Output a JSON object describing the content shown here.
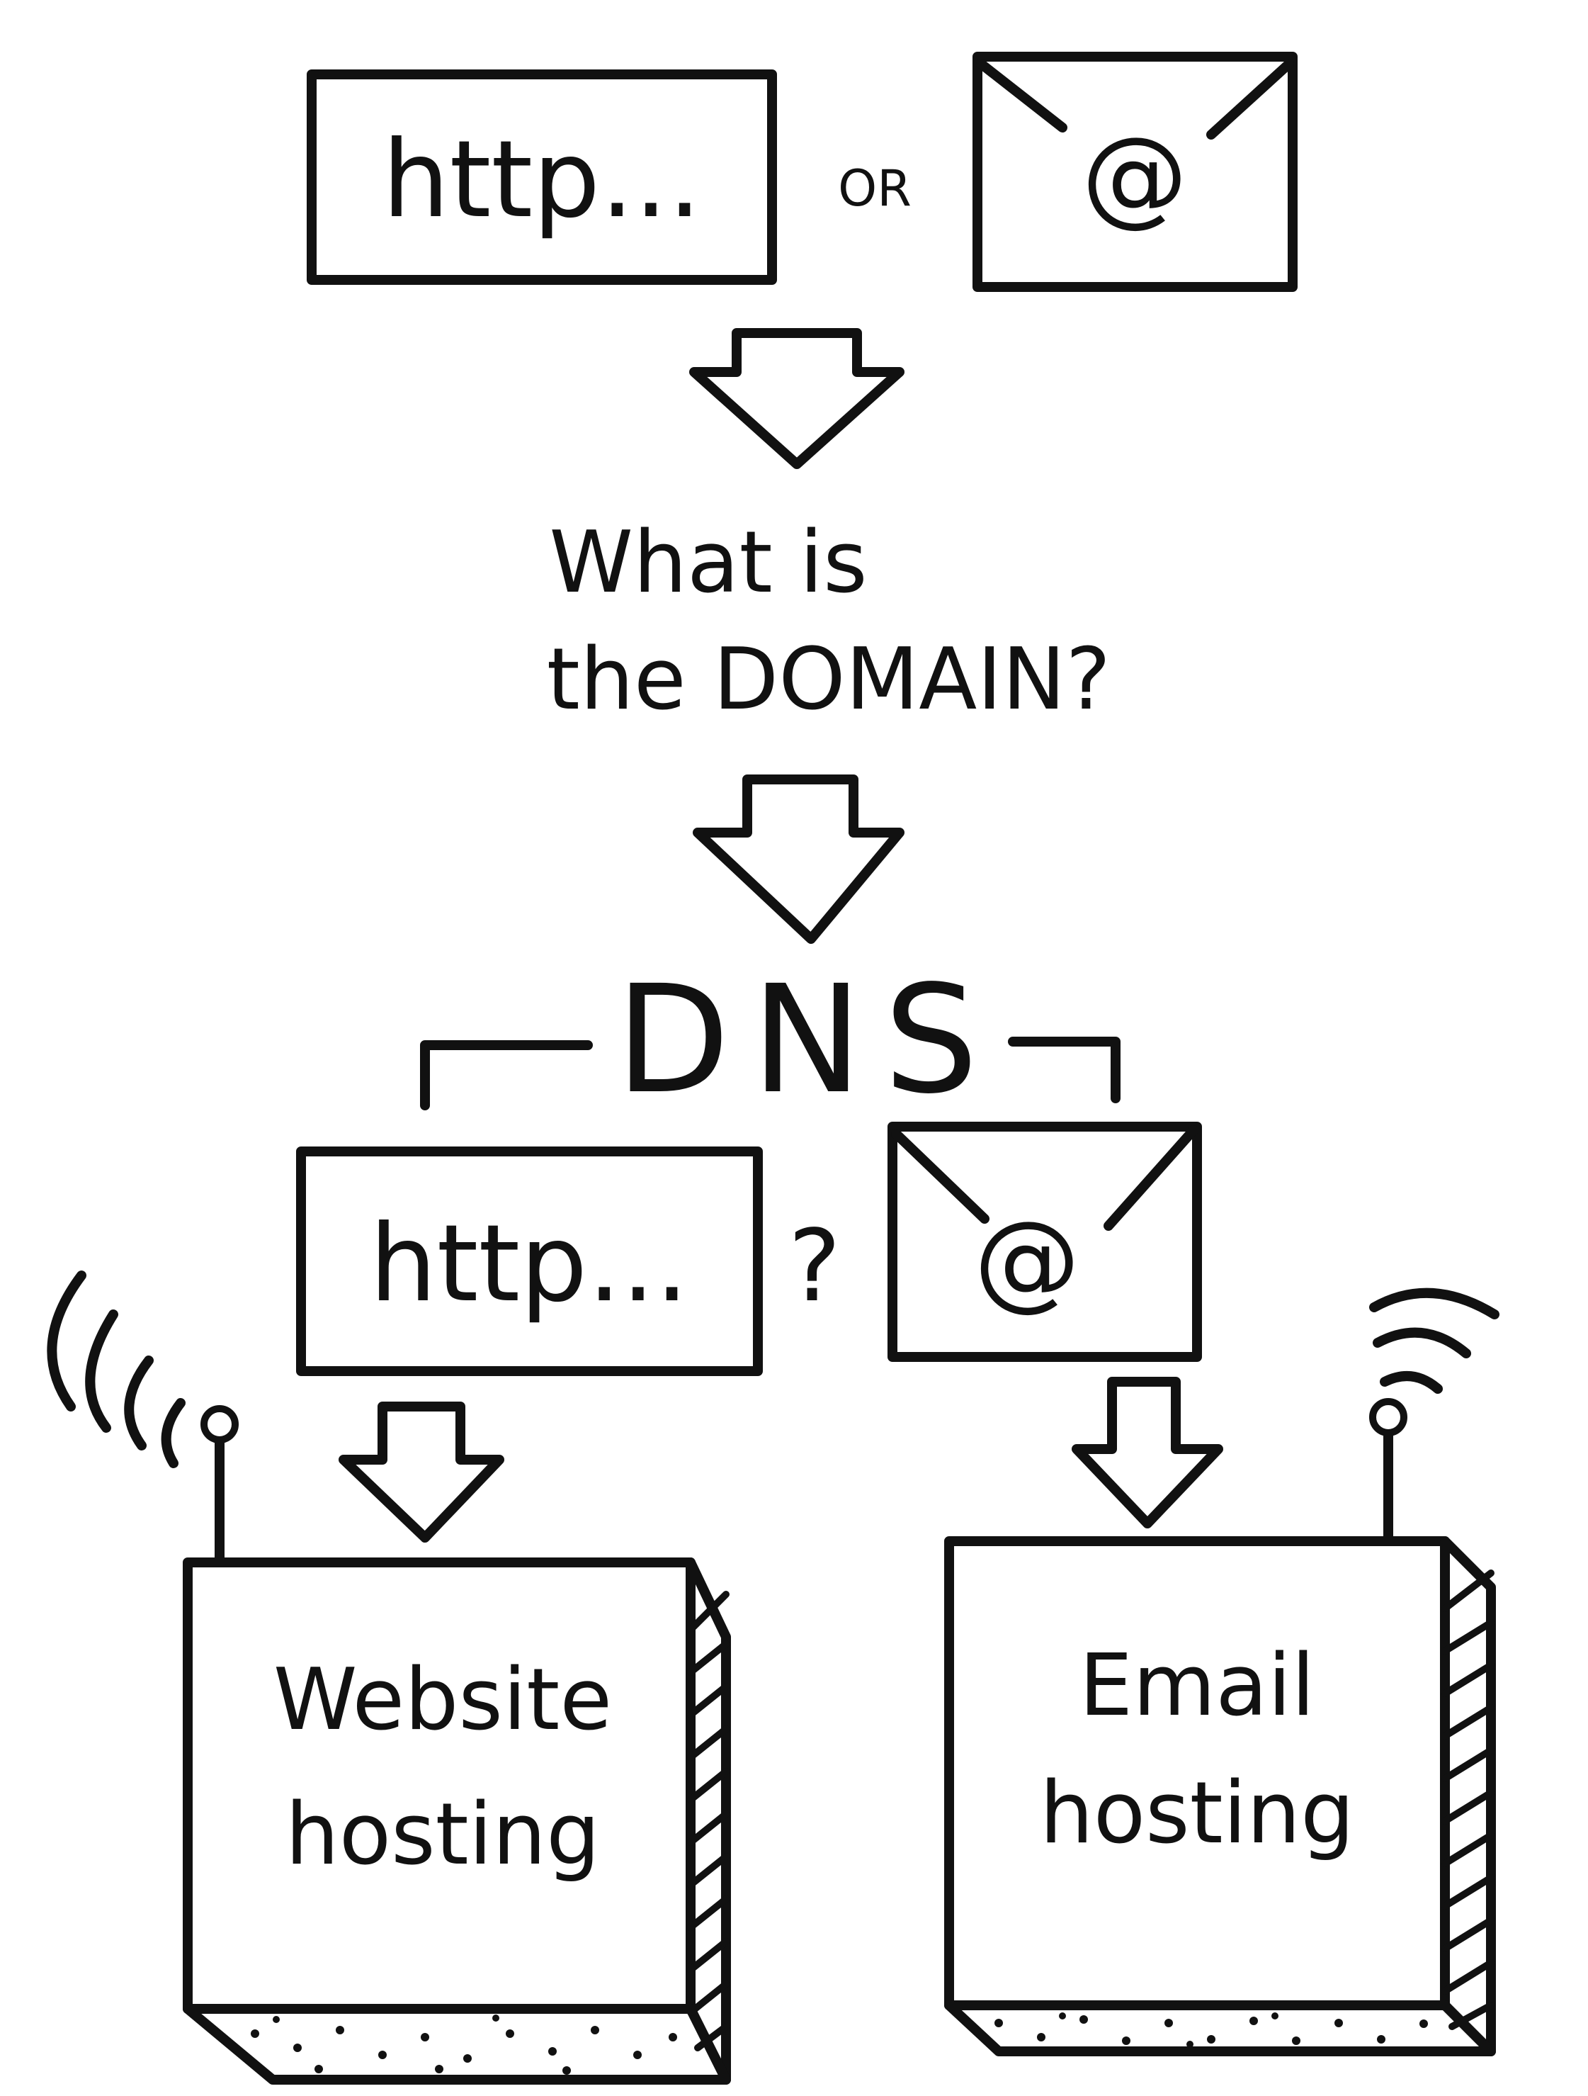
{
  "top": {
    "url_box_label": "http...",
    "or_label": "OR",
    "email_symbol": "@"
  },
  "question": {
    "line1": "What is",
    "line2": "the DOMAIN?"
  },
  "dns": {
    "label": "DNS"
  },
  "middle": {
    "url_box_label": "http...",
    "question_mark": "?",
    "email_symbol": "@"
  },
  "servers": {
    "website": {
      "line1": "Website",
      "line2": "hosting"
    },
    "email": {
      "line1": "Email",
      "line2": "hosting"
    }
  },
  "colors": {
    "ink": "#111111",
    "paper": "#ffffff"
  },
  "icons": [
    "envelope-icon",
    "down-arrow-icon",
    "antenna-icon",
    "signal-waves-icon",
    "server-box-icon"
  ]
}
